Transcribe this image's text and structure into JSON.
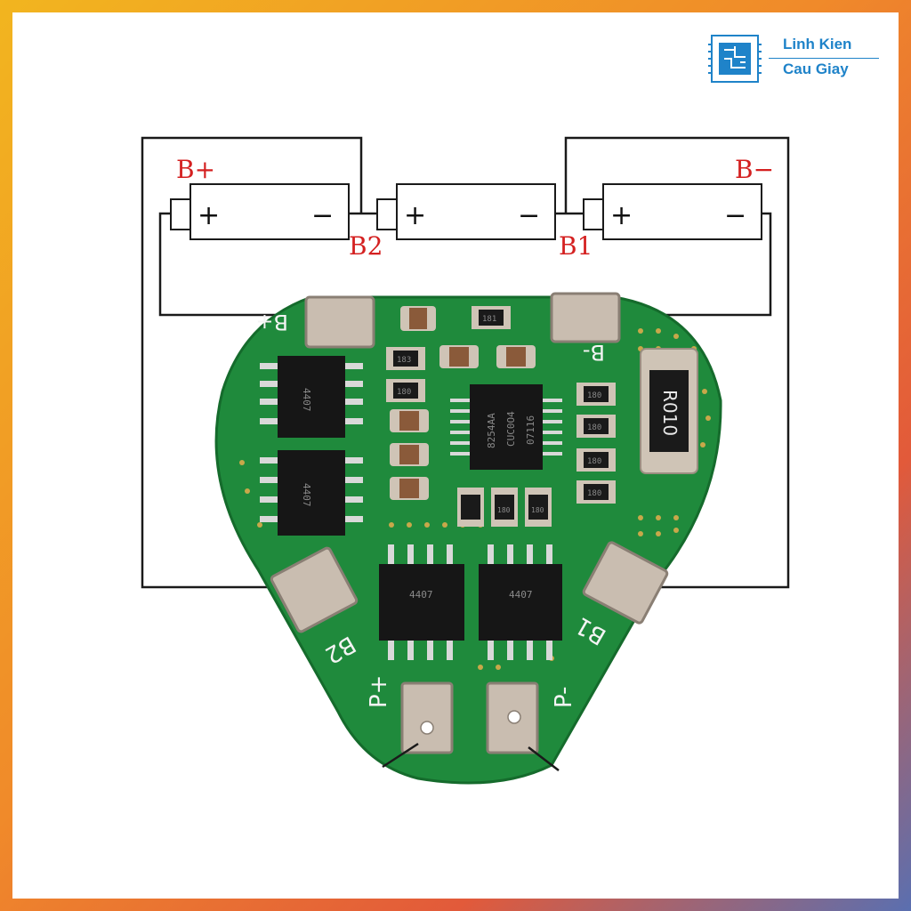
{
  "brand": {
    "line1": "Linh Kien",
    "line2": "Cau Giay",
    "logo_icon": "circuit-chip-icon",
    "color": "#1f83c9"
  },
  "terminals": {
    "b_plus": "B+",
    "b_minus": "B−",
    "b2": "B2",
    "b1": "B1"
  },
  "cells": [
    {
      "plus": "+",
      "minus": "−"
    },
    {
      "plus": "+",
      "minus": "−"
    },
    {
      "plus": "+",
      "minus": "−"
    }
  ],
  "board": {
    "silk": {
      "b_plus": "B+",
      "b_minus": "B-",
      "b2": "B2",
      "b1": "B1",
      "p_plus": "P+",
      "p_minus": "P-"
    },
    "shunt": "R010",
    "ic_main": [
      "8254AA",
      "CUC0O4",
      "07116"
    ],
    "mosfet_marks": [
      "4407",
      "4407",
      "4407",
      "4407"
    ],
    "resistor_codes": [
      "181",
      "183",
      "180",
      "180",
      "180",
      "180",
      "180",
      "180",
      "180"
    ],
    "pcb_color": "#1f8a3c",
    "label_color": "#d42020"
  }
}
